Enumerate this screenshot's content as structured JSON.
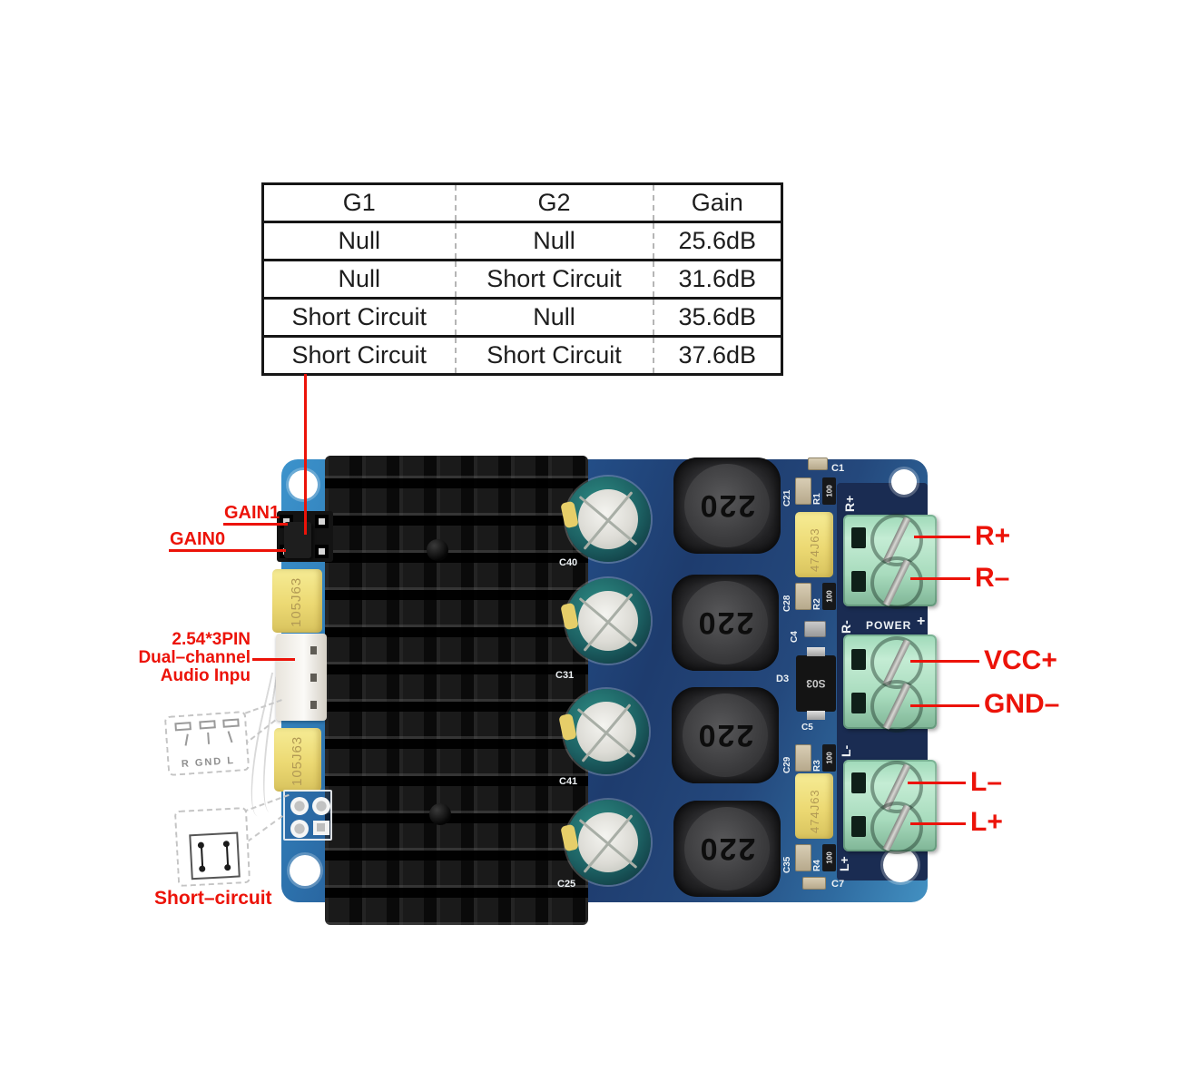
{
  "gain_table": {
    "headers": [
      "G1",
      "G2",
      "Gain"
    ],
    "rows": [
      [
        "Null",
        "Null",
        "25.6dB"
      ],
      [
        "Null",
        "Short Circuit",
        "31.6dB"
      ],
      [
        "Short Circuit",
        "Null",
        "35.6dB"
      ],
      [
        "Short Circuit",
        "Short Circuit",
        "37.6dB"
      ]
    ]
  },
  "annotations": {
    "gain1": "GAIN1",
    "gain0": "GAIN0",
    "audio_input_line1": "2.54*3PIN",
    "audio_input_line2": "Dual–channel",
    "audio_input_line3": "Audio Inpu",
    "short_circuit": "Short–circuit",
    "r_plus": "R+",
    "r_minus": "R–",
    "vcc_plus": "VCC+",
    "gnd_minus": "GND–",
    "l_minus": "L–",
    "l_plus": "L+"
  },
  "callouts": {
    "audio_pinout": "R GND L"
  },
  "board": {
    "silkscreen": {
      "c1": "C1",
      "c21": "C21",
      "r1": "R1",
      "c28": "C28",
      "r2": "R2",
      "c4": "C4",
      "d3": "D3",
      "c5": "C5",
      "c29": "C29",
      "r3": "R3",
      "c35": "C35",
      "r4": "R4",
      "c7": "C7",
      "c40": "C40",
      "c31": "C31",
      "c41": "C41",
      "c25": "C25",
      "r_plus": "R+",
      "r_minus": "R-",
      "power": "POWER",
      "plus": "+",
      "l_minus": "L-",
      "l_plus": "L+"
    },
    "markings": {
      "inductor": "220",
      "film_cap": "105J63",
      "smd_cap": "474J63",
      "diode": "S03",
      "resistor": "100"
    }
  },
  "colors": {
    "accent_red": "#ec1309",
    "pcb_blue_dark": "#1e3c6e",
    "pcb_blue_light": "#3c93cc",
    "terminal_green": "#a9dcbe",
    "cap_yellow": "#ecd973",
    "cap_teal": "#1d6264",
    "heatsink_black": "#0d0d0d",
    "silkscreen_white": "#eef2f5"
  }
}
